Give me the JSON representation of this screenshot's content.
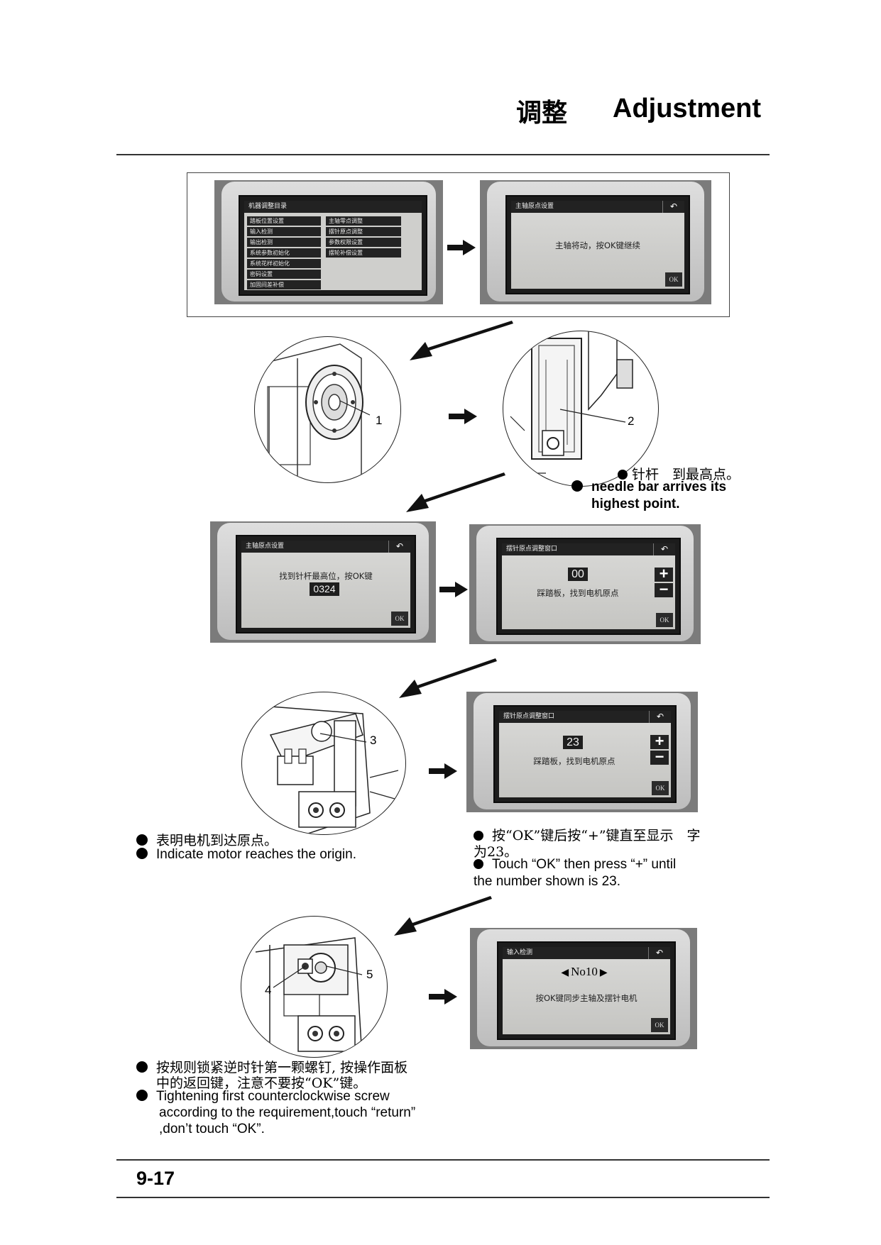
{
  "header": {
    "title_cn": "调整",
    "title_en": "Adjustment"
  },
  "screens": {
    "menu": {
      "title": "机器调整目录",
      "left_items": [
        "踏板位置设置",
        "输入检测",
        "输出检测",
        "系统参数初始化",
        "系统花样初始化",
        "密码设置",
        "加固间差补偿"
      ],
      "right_items": [
        "主轴零点调整",
        "摆针原点调整",
        "参数权限设置",
        "摆轮补偿设置"
      ]
    },
    "main_shaft_1": {
      "title": "主轴原点设置",
      "back_icon": "↶",
      "message": "主轴将动，按OK键继续",
      "ok": "OK"
    },
    "main_shaft_2": {
      "title": "主轴原点设置",
      "back_icon": "↶",
      "message": "找到针杆最高位，按OK键",
      "value": "0324",
      "ok": "OK"
    },
    "swing_1": {
      "title": "摆针原点调整窗口",
      "back_icon": "↶",
      "value": "00",
      "message": "踩踏板，找到电机原点",
      "plus": "+",
      "minus": "−",
      "ok": "OK"
    },
    "swing_2": {
      "title": "摆针原点调整窗口",
      "back_icon": "↶",
      "value": "23",
      "message": "踩踏板，找到电机原点",
      "plus": "+",
      "minus": "−",
      "ok": "OK"
    },
    "input_check": {
      "title": "输入检测",
      "back_icon": "↶",
      "number": "No10",
      "message": "按OK键同步主轴及摆针电机",
      "ok": "OK"
    }
  },
  "callouts": {
    "c1": "1",
    "c2": "2",
    "c3": "3",
    "c4": "4",
    "c5": "5"
  },
  "notes": {
    "needle_cn": "针杆　到最高点。",
    "needle_en_1": "needle  bar  arrives its",
    "needle_en_2": "highest point.",
    "motor_cn": "表明电机到达原点。",
    "motor_en": "Indicate motor reaches the origin.",
    "ok_cn_1": "按“OK”键后按“+”键直至显示　字",
    "ok_cn_2": "为23。",
    "ok_en_1": "Touch  “OK”  then  press “+”  until",
    "ok_en_2": "the number shown is 23.",
    "screw_cn_1": "按规则锁紧逆时针第一颗螺钉, 按操作面板",
    "screw_cn_2": "中的返回键，注意不要按“OK”键。",
    "screw_en_1": "Tightening first counterclockwise screw",
    "screw_en_2": "according to the requirement,touch “return”",
    "screw_en_3": ",don’t touch “OK”."
  },
  "footer": {
    "page": "9-17"
  }
}
